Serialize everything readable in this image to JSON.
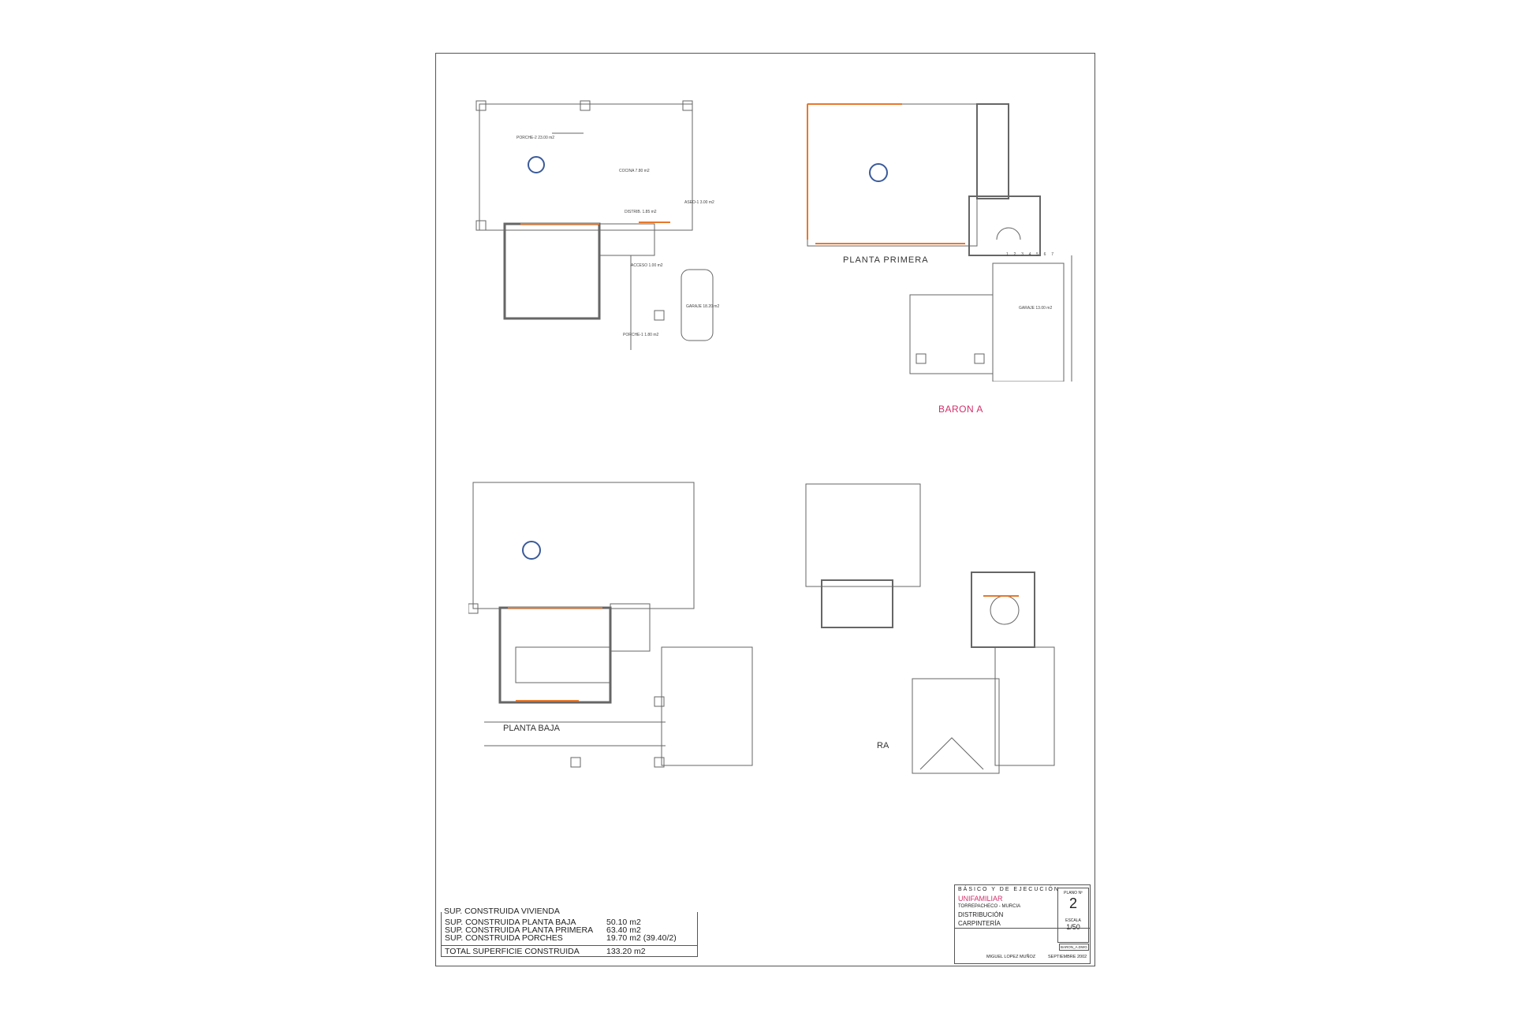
{
  "plans": [
    {
      "name": "planta-baja-mobiliario",
      "rooms": [
        "PORCHE-2 23.00 m2",
        "COCINA 7.80 m2",
        "ASEO-1 3.00 m2",
        "DISTRIB. 1.85 m2",
        "ACCESO 1.00 m2",
        "GARAJE 18.20 m2",
        "PORCHE-1 1.80 m2"
      ]
    },
    {
      "name": "planta-primera-mobiliario",
      "rooms": [
        "GARAJE 13.00 m2"
      ],
      "label": "PLANTA PRIMERA"
    },
    {
      "name": "planta-baja-cotas",
      "label": "PLANTA BAJA"
    },
    {
      "name": "planta-primera-cotas",
      "label": "RA"
    }
  ],
  "stamp": "BARON A",
  "stair_steps": [
    "1",
    "2",
    "3",
    "4",
    "5",
    "6",
    "7"
  ],
  "surface_table": {
    "header": "SUP. CONSTRUIDA VIVIENDA",
    "rows": [
      {
        "label": "SUP. CONSTRUIDA PLANTA BAJA",
        "value": "50.10 m2"
      },
      {
        "label": "SUP. CONSTRUIDA PLANTA PRIMERA",
        "value": "63.40 m2"
      },
      {
        "label": "SUP. CONSTRUIDA PORCHES",
        "value": "19.70 m2 (39.40/2)"
      }
    ],
    "total_label": "TOTAL SUPERFICIE CONSTRUIDA",
    "total_value": "133.20 m2"
  },
  "title_block": {
    "heading": "BÁSICO Y DE EJECUCIÓN",
    "project": "UNIFAMILIAR",
    "address": "TORREPACHECO - MURCIA",
    "drawing": "DISTRIBUCIÓN",
    "drawing2": "CARPINTERÍA",
    "plano_label": "PLANO Nº",
    "plano_value": "2",
    "escala_label": "ESCALA",
    "escala_value": "1/50",
    "ref": "BARON_A.DWG",
    "author": "MIGUEL LOPEZ MUÑOZ",
    "date": "SEPTIEMBRE 2002"
  },
  "colors": {
    "wall": "#555555",
    "accent": "#e8782a",
    "stamp": "#d0306a",
    "furniture": "#3a5a9a"
  }
}
